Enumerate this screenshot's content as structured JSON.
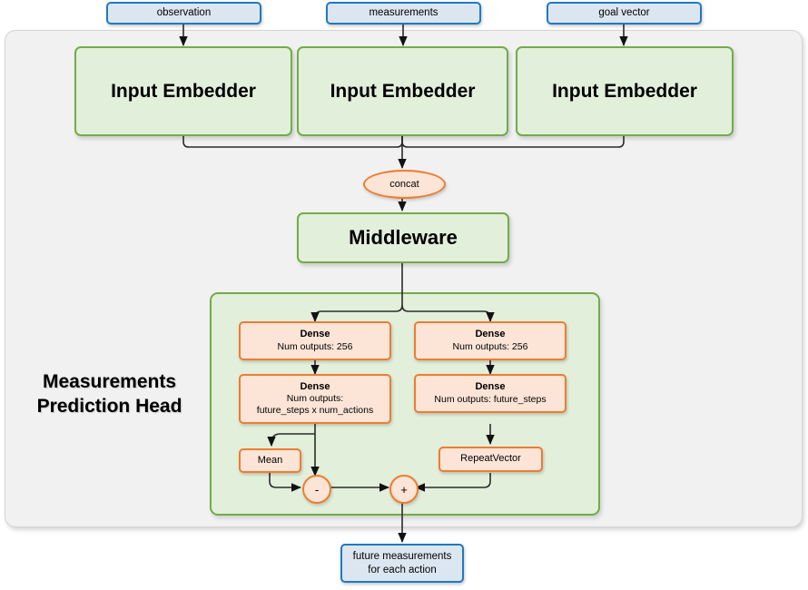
{
  "diagram": {
    "title": "Measurements Prediction Head network architecture",
    "colors": {
      "blue_fill": "#dce6f1",
      "blue_border": "#1f7ac0",
      "green_fill": "#e2efda",
      "green_border": "#70ad47",
      "orange_fill": "#fce4d6",
      "orange_border": "#ed7d31",
      "panel_fill": "#f1f1f1",
      "panel_border": "#d4d4d4",
      "wire": "#2b2b2b"
    }
  },
  "inputs": [
    {
      "label": "observation"
    },
    {
      "label": "measurements"
    },
    {
      "label": "goal vector"
    }
  ],
  "embedders": [
    {
      "label": "Input Embedder"
    },
    {
      "label": "Input Embedder"
    },
    {
      "label": "Input Embedder"
    }
  ],
  "concat": {
    "label": "concat"
  },
  "middleware": {
    "label": "Middleware"
  },
  "head": {
    "title_line1": "Measurements",
    "title_line2": "Prediction Head",
    "left_branch": {
      "dense1": {
        "title": "Dense",
        "sub": "Num outputs: 256"
      },
      "dense2": {
        "title": "Dense",
        "sub_line1": "Num outputs:",
        "sub_line2": "future_steps x num_actions"
      },
      "mean": {
        "label": "Mean"
      }
    },
    "right_branch": {
      "dense1": {
        "title": "Dense",
        "sub": "Num outputs: 256"
      },
      "dense2": {
        "title": "Dense",
        "sub": "Num outputs: future_steps"
      },
      "repeat_vector": {
        "label": "RepeatVector"
      }
    },
    "ops": {
      "subtract": {
        "label": "-"
      },
      "add": {
        "label": "+"
      }
    }
  },
  "output": {
    "line1": "future measurements",
    "line2": "for each action"
  }
}
